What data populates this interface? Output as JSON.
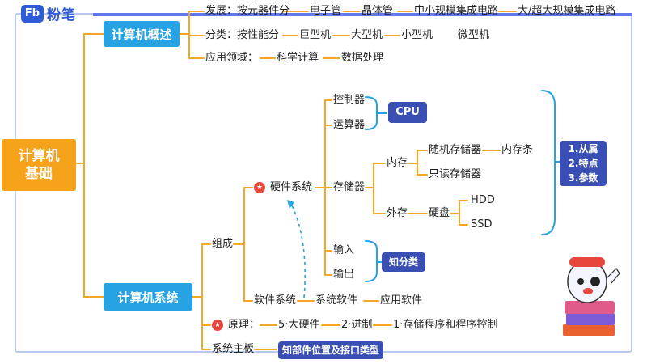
{
  "logo": {
    "mark": "Fb",
    "text": "粉笔"
  },
  "root": {
    "line1": "计算机",
    "line2": "基础"
  },
  "overview": {
    "title": "计算机概述",
    "development": {
      "label": "发展：按元器件分",
      "items": [
        "电子管",
        "晶体管",
        "中小规模集成电路",
        "大/超大规模集成电路"
      ]
    },
    "classification": {
      "label": "分类：按性能分",
      "items": [
        "巨型机",
        "大型机",
        "小型机",
        "微型机"
      ]
    },
    "application": {
      "label": "应用领域：",
      "items": [
        "科学计算",
        "数据处理"
      ]
    }
  },
  "system": {
    "title": "计算机系统",
    "composition": "组成",
    "hardware": "硬件系统",
    "controller": "控制器",
    "alu": "运算器",
    "cpu_tag": "CPU",
    "storage": "存储器",
    "memory": "内存",
    "ram": "随机存储器",
    "ram_stick": "内存条",
    "rom": "只读存储器",
    "external": "外存",
    "disk": "硬盘",
    "hdd": "HDD",
    "ssd": "SSD",
    "storage_tag": [
      "1.从属",
      "2.特点",
      "3.参数"
    ],
    "input": "输入",
    "output": "输出",
    "io_tag": "知分类",
    "software": "软件系统",
    "sys_software": "系统软件",
    "app_software": "应用软件",
    "principle": {
      "label": "原理：",
      "items": [
        "5·大硬件",
        "2·进制",
        "1·存储程序和程序控制"
      ]
    },
    "motherboard": "系统主板",
    "motherboard_tag": "知部件位置及接口类型"
  },
  "colors": {
    "accent_orange": "#f7a21b",
    "accent_blue": "#27a3e3",
    "tag_navy": "#3a4fb3",
    "brand_blue": "#2f5bd8",
    "star_red": "#e8453c"
  },
  "icons": {
    "important": "star-badge-icon",
    "mascot": "mascot-illustration"
  }
}
